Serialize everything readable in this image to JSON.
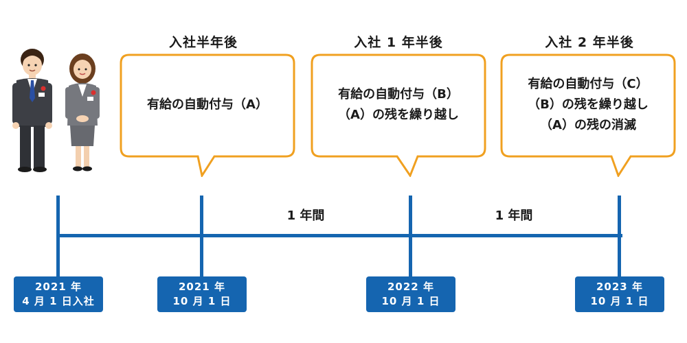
{
  "headings": [
    "入社半年後",
    "入社 1 年半後",
    "入社 2 年半後"
  ],
  "bubbles": [
    {
      "lines": [
        "有給の自動付与（A）"
      ]
    },
    {
      "lines": [
        "有給の自動付与（B）",
        "（A）の残を繰り越し"
      ]
    },
    {
      "lines": [
        "有給の自動付与（C）",
        "（B）の残を繰り越し",
        "（A）の残の消滅"
      ]
    }
  ],
  "periods": [
    "1 年間",
    "1 年間"
  ],
  "dates": [
    {
      "line1": "2021 年",
      "line2": "4 月 1 日入社"
    },
    {
      "line1": "2021 年",
      "line2": "10 月 1 日"
    },
    {
      "line1": "2022 年",
      "line2": "10 月 1 日"
    },
    {
      "line1": "2023 年",
      "line2": "10 月 1 日"
    }
  ],
  "colors": {
    "timeline": "#1565b0",
    "bubble_border": "#f0a020"
  },
  "illustration": {
    "icon": "business-couple-illustration"
  }
}
